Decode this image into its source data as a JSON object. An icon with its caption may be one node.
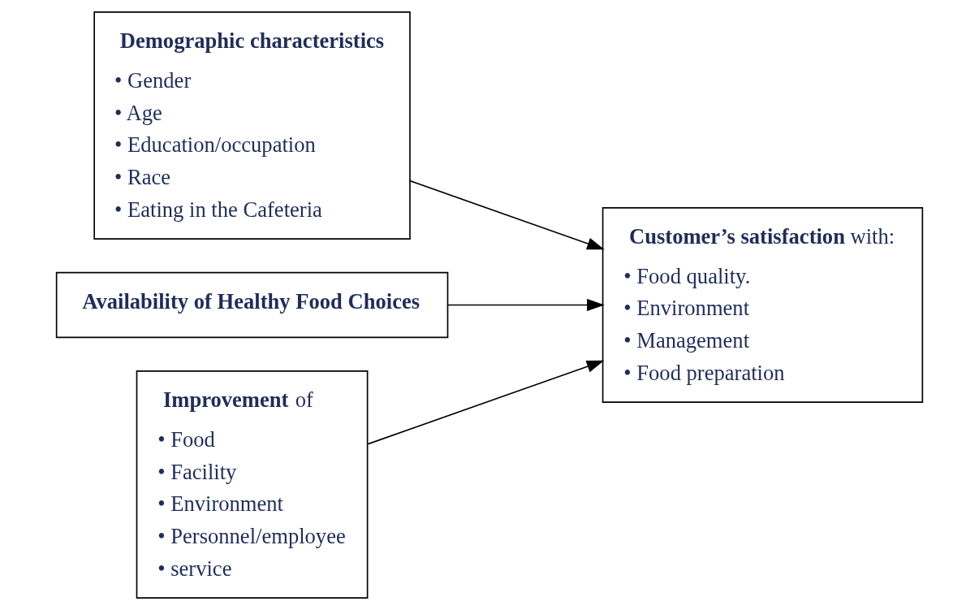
{
  "diagram": {
    "nodes": [
      {
        "text": [
          "**Demographic characteristics**",
          "• Gender",
          "• Age",
          "• Education/occupation",
          "• Race",
          "• Eating in the Cafeteria"
        ]
      },
      {
        "text": [
          "**Availability of Healthy Food Choices**"
        ]
      },
      {
        "text": [
          "**Improvement** of",
          "• Food",
          "• Facility",
          "• Environment",
          "• Personnel/employee",
          "• service"
        ]
      },
      {
        "text": [
          "**Customer’s satisfaction** with:",
          "• Food quality.",
          "• Environment",
          "• Management",
          "• Food preparation"
        ]
      }
    ],
    "edges": [
      {
        "from": 0,
        "to": 3,
        "arrow": "to"
      },
      {
        "from": 1,
        "to": 3,
        "arrow": "to"
      },
      {
        "from": 2,
        "to": 3,
        "arrow": "to"
      }
    ]
  }
}
